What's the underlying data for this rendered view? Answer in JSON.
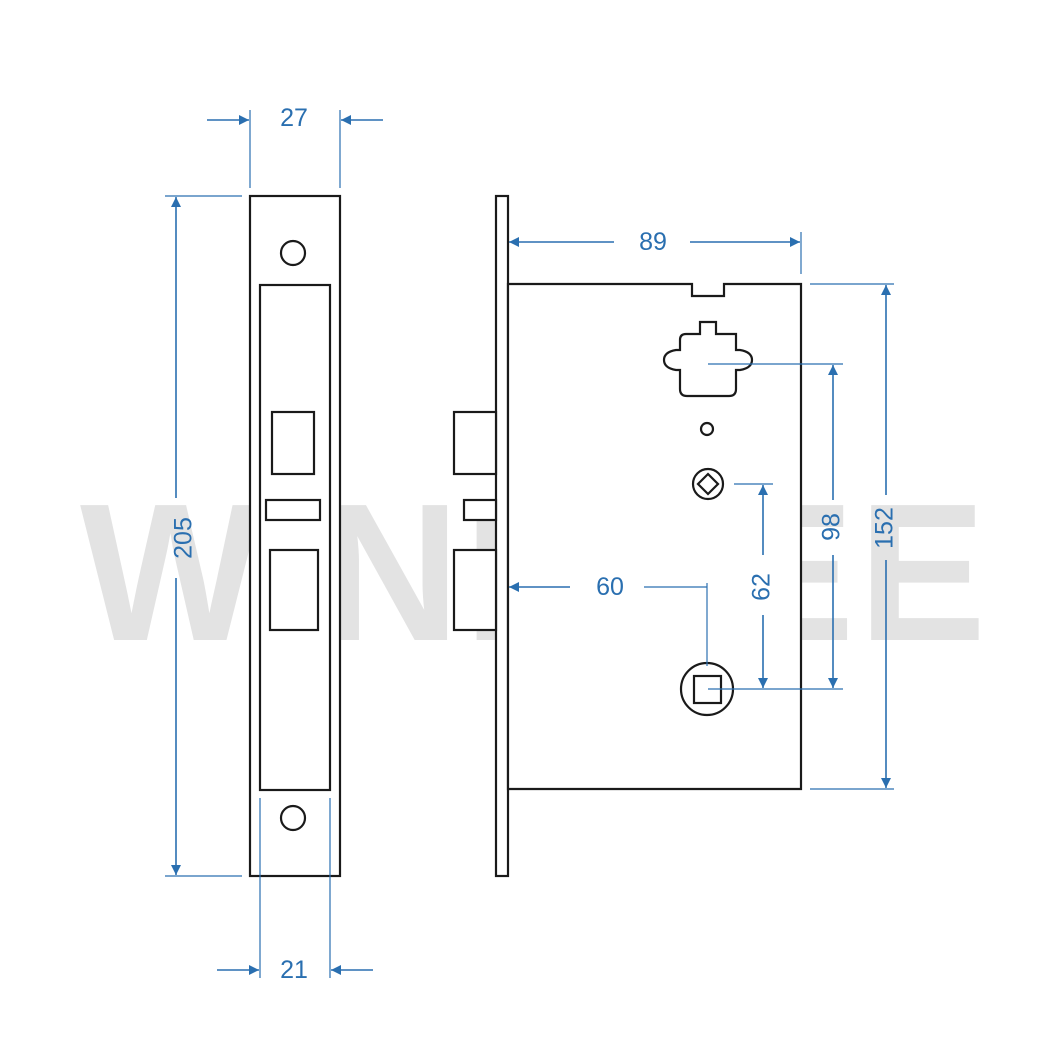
{
  "watermark": "WINFREE",
  "dimensions": {
    "faceplate_width": "27",
    "faceplate_height": "205",
    "inner_plate_width": "21",
    "body_depth": "89",
    "body_height": "152",
    "backset": "60",
    "handle_to_cylinder_center": "98",
    "spindle_to_spindle": "62"
  },
  "colors": {
    "dimension": "#2a6fb0",
    "outline": "#1a1a1a",
    "watermark": "#e3e3e3"
  }
}
